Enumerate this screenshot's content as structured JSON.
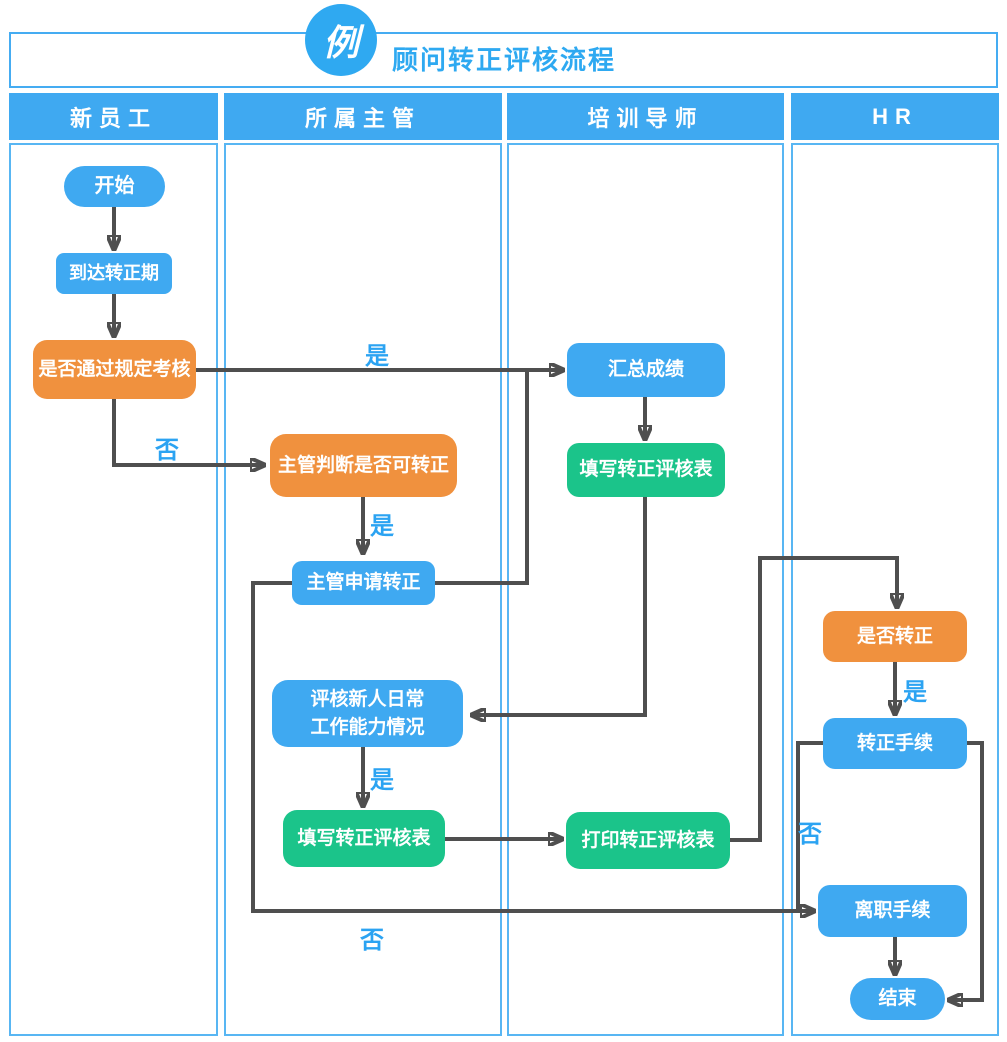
{
  "badge": "例",
  "title": "顾问转正评核流程",
  "lanes": [
    {
      "title": "新员工"
    },
    {
      "title": "所属主管"
    },
    {
      "title": "培训导师"
    },
    {
      "title": "HR"
    }
  ],
  "nodes": {
    "start": {
      "label": "开始"
    },
    "reach_period": {
      "label": "到达转正期"
    },
    "pass_assessment": {
      "label": "是否通过规定考核"
    },
    "supervisor_judge": {
      "label": "主管判断是否可转正"
    },
    "supervisor_apply": {
      "label": "主管申请转正"
    },
    "evaluate_daily": {
      "label": "评核新人日常工作能力情况",
      "line1": "评核新人日常",
      "line2": "工作能力情况"
    },
    "fill_form_supervisor": {
      "label": "填写转正评核表"
    },
    "summarize_scores": {
      "label": "汇总成绩"
    },
    "fill_form_mentor": {
      "label": "填写转正评核表"
    },
    "print_form": {
      "label": "打印转正评核表"
    },
    "is_regularized": {
      "label": "是否转正"
    },
    "regularize_procedure": {
      "label": "转正手续"
    },
    "resign_procedure": {
      "label": "离职手续"
    },
    "end": {
      "label": "结束"
    }
  },
  "edge_labels": {
    "pass_yes": "是",
    "pass_no": "否",
    "judge_yes": "是",
    "eval_yes": "是",
    "isreg_yes": "是",
    "isreg_no": "否",
    "apply_no": "否"
  },
  "colors": {
    "node_blue": "#3fa9f1",
    "node_orange": "#f0913e",
    "node_green": "#1bc48a",
    "arrow_gray": "#4f4f4f",
    "label_blue": "#2ba3f2",
    "lane_border_blue": "#58b6f3"
  }
}
